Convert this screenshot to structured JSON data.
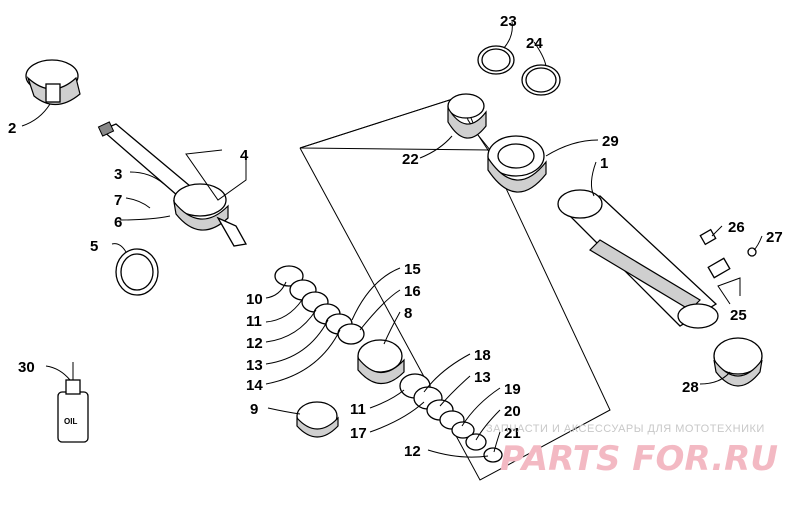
{
  "labels": [
    "1",
    "2",
    "3",
    "4",
    "5",
    "6",
    "7",
    "8",
    "9",
    "10",
    "11",
    "11",
    "12",
    "12",
    "13",
    "13",
    "14",
    "15",
    "16",
    "17",
    "18",
    "19",
    "20",
    "21",
    "22",
    "23",
    "24",
    "25",
    "26",
    "27",
    "28",
    "29",
    "30"
  ],
  "oil_label": "OIL",
  "watermark": {
    "subtitle": "ЗАПЧАСТИ И АКСЕССУАРЫ ДЛЯ МОТОТЕХНИКИ",
    "logo": "PARTS FOR.RU"
  },
  "colors": {
    "watermark_logo": "#f3b9c3",
    "watermark_subtitle": "#c8c8c8",
    "line": "#000000"
  }
}
